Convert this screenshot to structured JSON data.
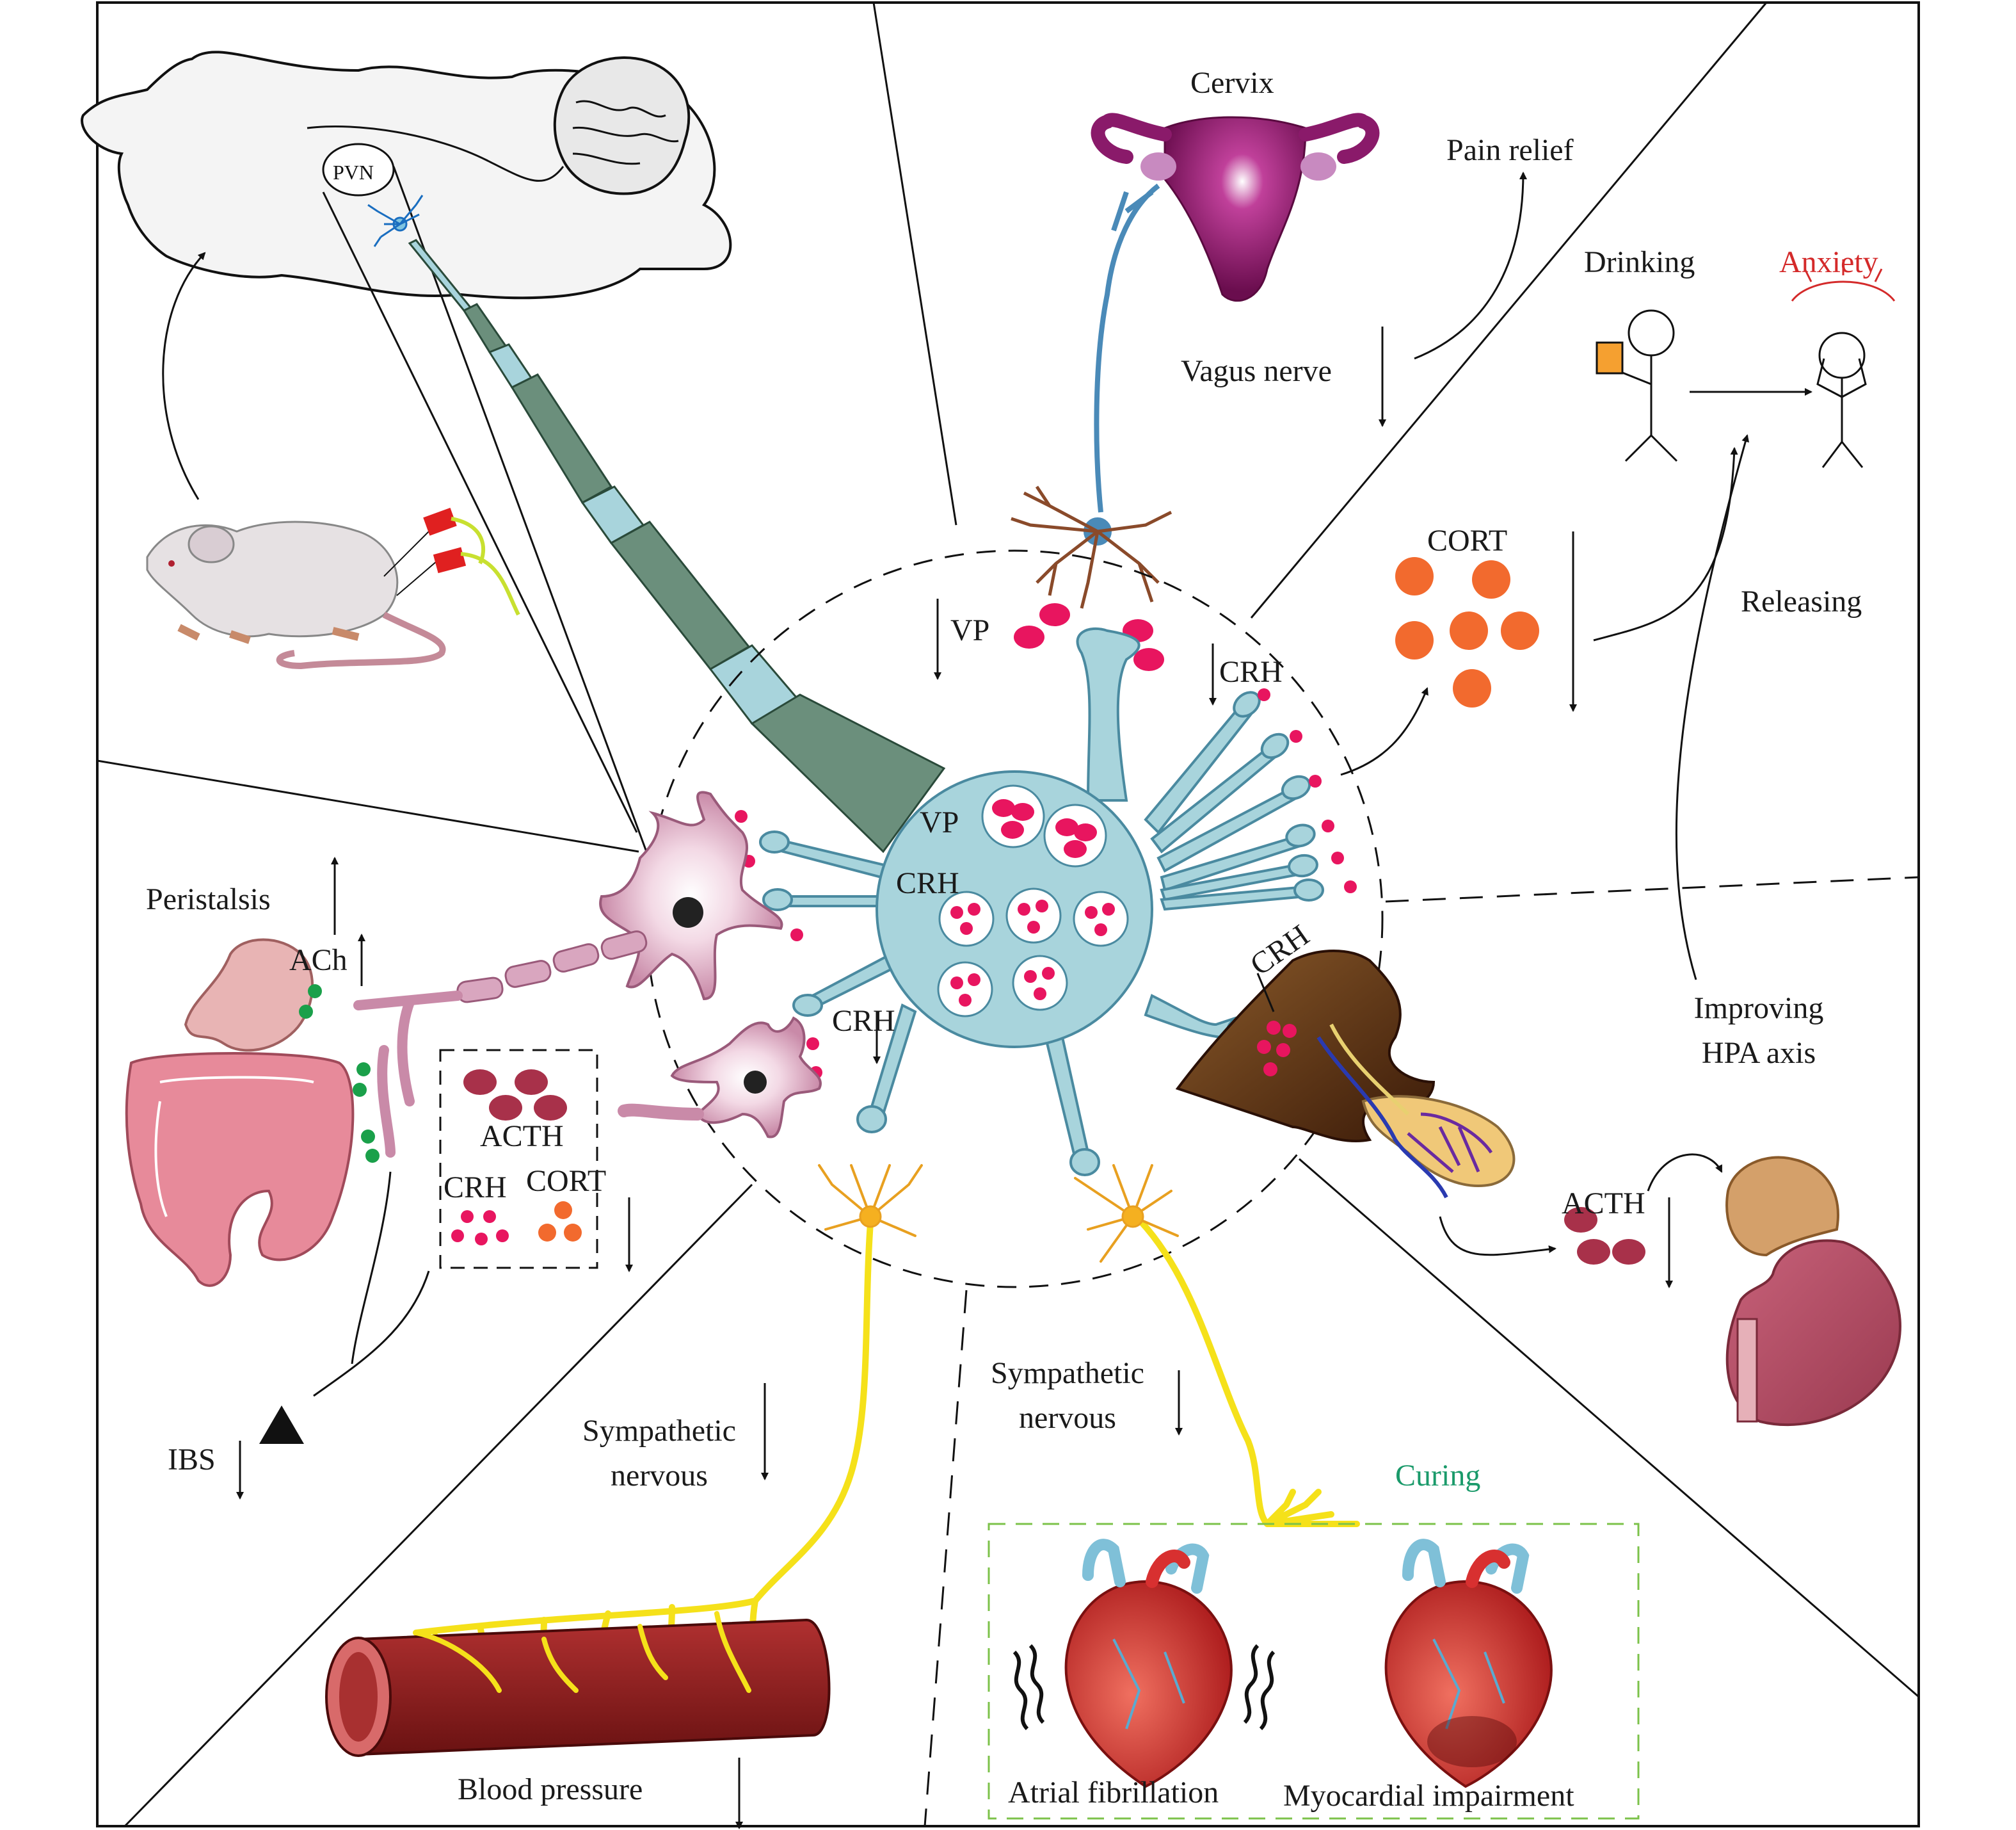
{
  "labels": {
    "pvn": "PVN",
    "cervix": "Cervix",
    "pain_relief": "Pain relief",
    "vagus_nerve": "Vagus nerve",
    "drinking": "Drinking",
    "anxiety": "Anxiety",
    "cort_top": "CORT",
    "releasing": "Releasing",
    "vp_arrow": "VP",
    "crh_arrow_top": "CRH",
    "vp_soma": "VP",
    "crh_soma": "CRH",
    "crh_bottom": "CRH",
    "crh_pituitary": "CRH",
    "improving_hpa": "Improving\nHPA axis",
    "acth_right": "ACTH",
    "peristalsis": "Peristalsis",
    "ach": "ACh",
    "acth_box": "ACTH",
    "crh_box": "CRH",
    "cort_box": "CORT",
    "ibs": "IBS",
    "symp_left": "Sympathetic\nnervous",
    "symp_right": "Sympathetic\nnervous",
    "curing": "Curing",
    "blood_pressure": "Blood pressure",
    "atrial_fibrillation": "Atrial fibrillation",
    "myocardial_impairment": "Myocardial impairment"
  },
  "colors": {
    "soma_blue": "#a8d4dc",
    "outline_blue": "#5a9fb3",
    "vesicle_pink": "#e8155f",
    "cort_orange": "#f26a2e",
    "acth_maroon": "#a8314a",
    "neuron_pink": "#c98aa8",
    "yellow_nerve": "#f5e11a",
    "fiber_green": "#6b8f7c",
    "anxiety_red": "#d42a2a",
    "curing_green": "#1a9a6a",
    "box_green_dash": "#7cc24a",
    "vessel_red": "#8e1e1e",
    "cervix_purple": "#8a1a6a",
    "adrenal_red": "#b44a5a"
  }
}
